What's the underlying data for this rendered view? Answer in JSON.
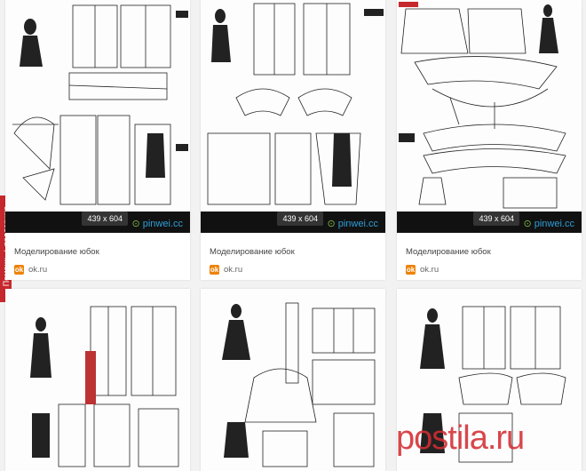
{
  "side_tab": {
    "label": "Помощь + поддержка"
  },
  "cards": [
    {
      "dims": "439 x 604",
      "caption": "Моделирование юбок",
      "source": "ok.ru",
      "watermark_brand": "pinwei.cc"
    },
    {
      "dims": "439 x 604",
      "caption": "Моделирование юбок",
      "source": "ok.ru",
      "watermark_brand": "pinwei.cc"
    },
    {
      "dims": "439 x 604",
      "caption": "Моделирование юбок",
      "source": "ok.ru",
      "watermark_brand": "pinwei.cc"
    },
    {
      "dims": "",
      "caption": "",
      "source": "",
      "watermark_brand": ""
    },
    {
      "dims": "",
      "caption": "",
      "source": "",
      "watermark_brand": ""
    },
    {
      "dims": "",
      "caption": "",
      "source": "",
      "watermark_brand": ""
    }
  ],
  "site_watermark": "postila.ru",
  "colors": {
    "accent_red": "#c6282d",
    "ok_orange": "#ee8208"
  }
}
